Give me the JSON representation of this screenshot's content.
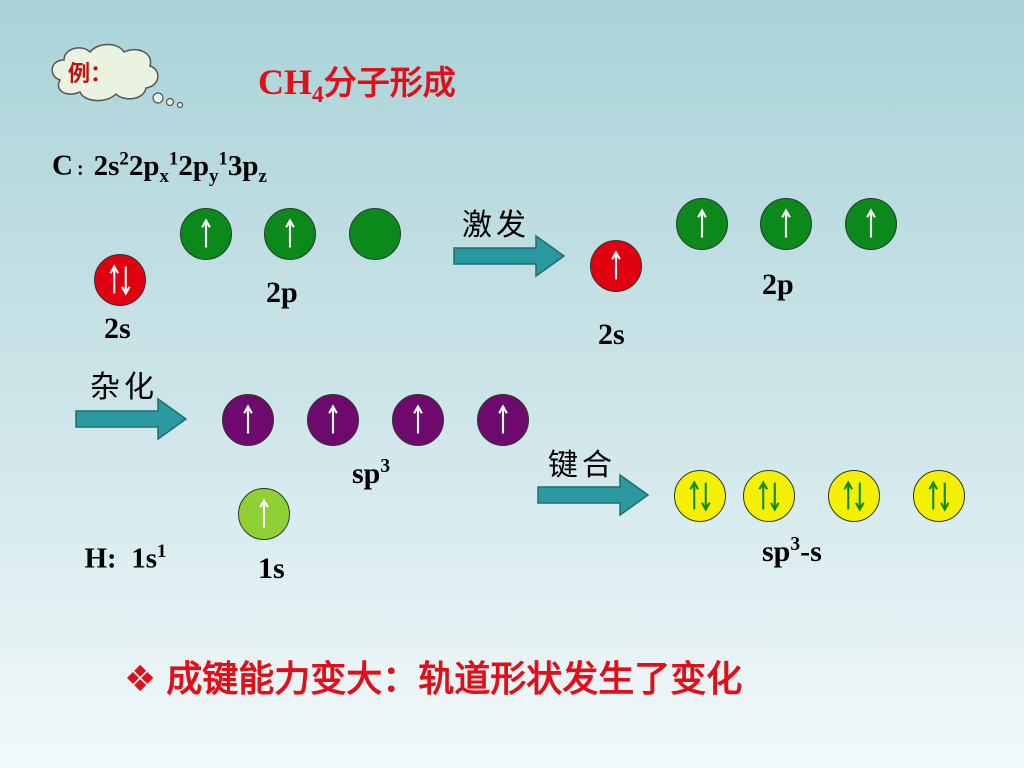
{
  "bubble": {
    "label": "例："
  },
  "title": {
    "main": "CH",
    "sub": "4",
    "rest": "分子形成"
  },
  "carbon": {
    "label": "C",
    "colon": ":",
    "config": [
      {
        "t": "2s"
      },
      {
        "sup": "2"
      },
      {
        "t": "2p"
      },
      {
        "sub": "x"
      },
      {
        "sup": "1"
      },
      {
        "t": "2p"
      },
      {
        "sub": "y"
      },
      {
        "sup": "1"
      },
      {
        "t": "3p"
      },
      {
        "sub": "z"
      }
    ]
  },
  "labels": {
    "s2_left": "2s",
    "p2_left": "2p",
    "excite": "激发",
    "s2_right": "2s",
    "p2_right": "2p",
    "hybrid": "杂化",
    "sp3_base": "sp",
    "sp3_sup": "3",
    "bond": "键合",
    "sp3s_base": "sp",
    "sp3s_sup": "3",
    "sp3s_rest": "-s",
    "h_label": "H:  1s",
    "h_sup": "1",
    "s1": "1s"
  },
  "bottom": {
    "bullet": "❖",
    "text": "成键能力变大：轨道形状发生了变化"
  },
  "colors": {
    "title": "#e0101a",
    "s_orbital": "#e00010",
    "p_orbital": "#0b8a1b",
    "sp3_orbital": "#6e0a6e",
    "h_orbital": "#8fd035",
    "bond_orbital": "#f5f000",
    "arrow": "#2a9aa0"
  }
}
